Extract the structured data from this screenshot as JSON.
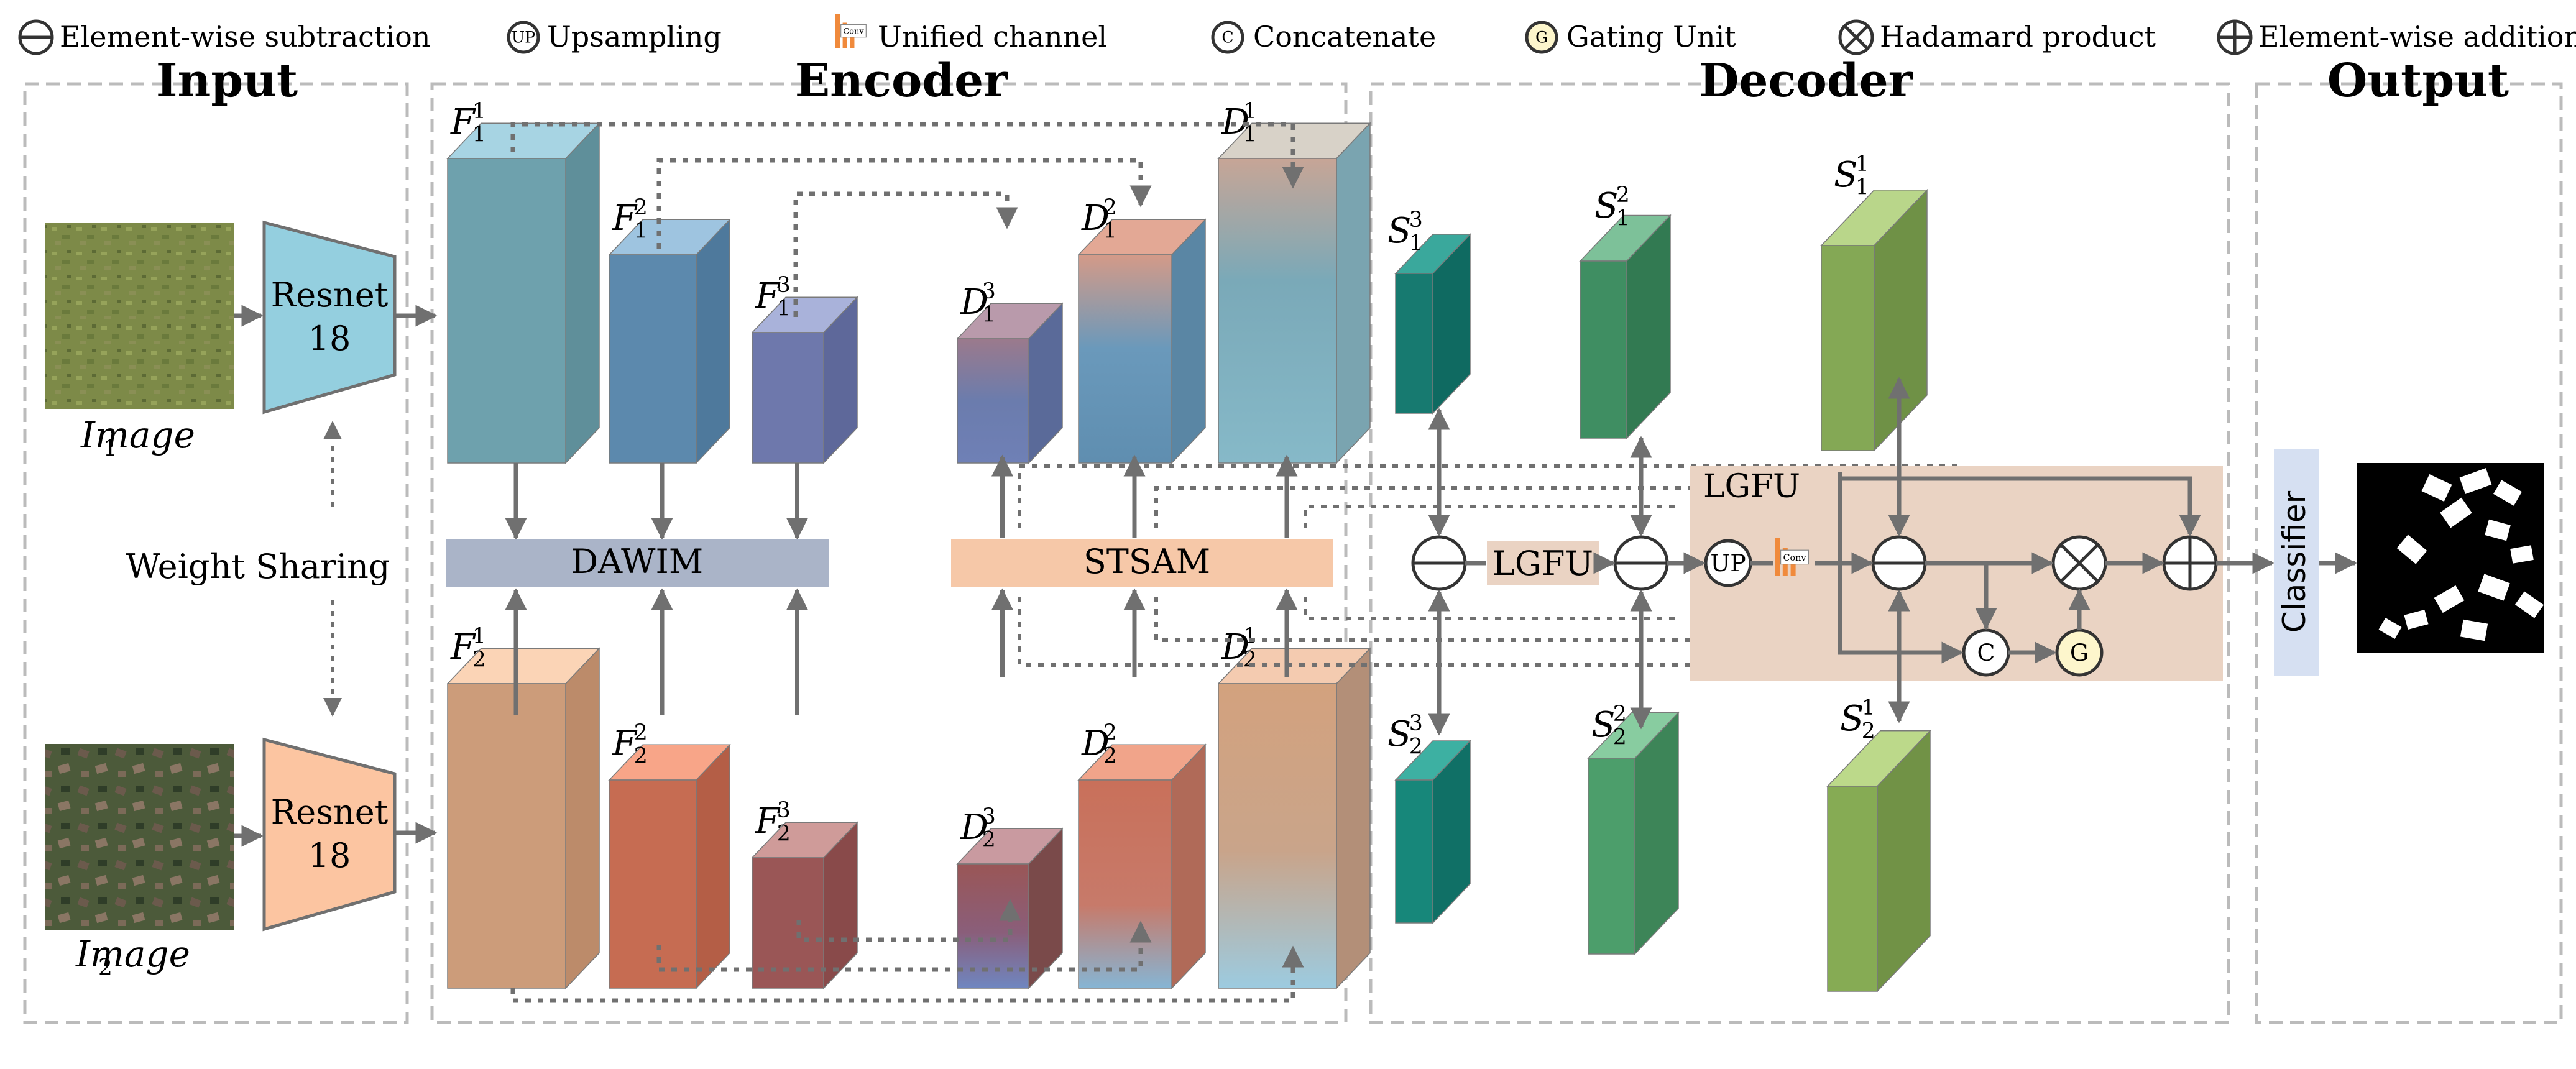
{
  "legend": {
    "subtraction": "Element-wise subtraction",
    "upsampling": "Upsampling",
    "up_symbol": "UP",
    "unified": "Unified channel",
    "conv_symbol": "Conv",
    "concatenate": "Concatenate",
    "c_symbol": "C",
    "gating": "Gating Unit",
    "g_symbol": "G",
    "hadamard": "Hadamard product",
    "addition": "Element-wise addition"
  },
  "sections": {
    "input": "Input",
    "encoder": "Encoder",
    "decoder": "Decoder",
    "output": "Output"
  },
  "input": {
    "resnet_line1": "Resnet",
    "resnet_line2": "18",
    "image1_base": "Image",
    "image1_sub": "1",
    "image2_base": "Image",
    "image2_sub": "2",
    "weight_sharing": "Weight Sharing"
  },
  "encoder": {
    "dawim": "DAWIM",
    "stsam": "STSAM",
    "f_base": "F",
    "d_base": "D",
    "subs": [
      "1",
      "1",
      "1",
      "2",
      "2",
      "2"
    ],
    "sups": [
      "1",
      "2",
      "3",
      "1",
      "2",
      "3"
    ]
  },
  "decoder": {
    "s_base": "S",
    "lgfu_block": "LGFU",
    "lgfu_panel": "LGFU",
    "s_sups": [
      "3",
      "2",
      "1"
    ],
    "s_subs": [
      "1",
      "2"
    ]
  },
  "output": {
    "classifier": "Classifier"
  },
  "colors": {
    "dashed_border": "#bbbbbb",
    "arrow": "#707070",
    "resnet_top": "#94cfdf",
    "resnet_bottom": "#fcc5a1",
    "dawim": "#aab4c8",
    "stsam": "#f6c8a8",
    "lgfu_panel": "#ead3c3",
    "classifier": "#d6e0f2",
    "gating_fill": "#fdf6cc"
  }
}
